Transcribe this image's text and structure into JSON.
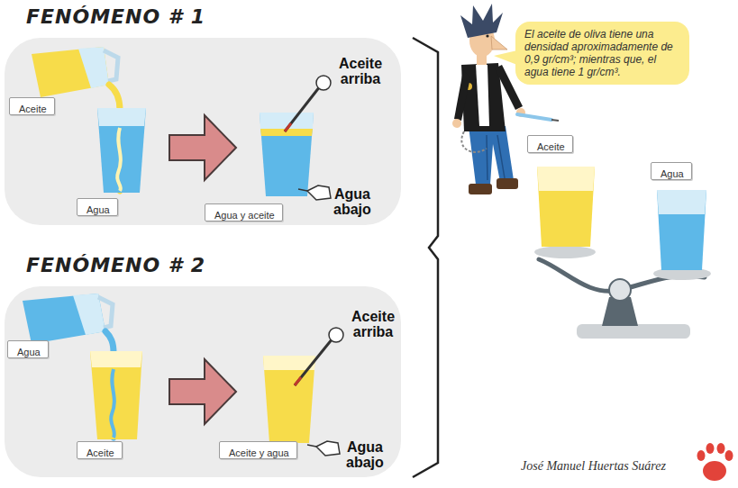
{
  "diagram": {
    "nodes": [
      {
        "text": [
          "FENÓMENO # 1"
        ]
      },
      {
        "text": [
          "Aceite"
        ],
        "in": 0
      },
      {
        "text": [
          "Agua"
        ],
        "in": 0
      },
      {
        "text": [
          "Agua y aceite"
        ],
        "in": 0
      },
      {
        "text": [
          "FENÓMENO # 2"
        ]
      },
      {
        "text": [
          "Agua"
        ],
        "in": 4
      },
      {
        "text": [
          "Aceite"
        ],
        "in": 4
      },
      {
        "text": [
          "Aceite y agua"
        ],
        "in": 4
      },
      {
        "text": [
          "El aceite de oliva tiene una densidad aproximadamente de 0,9 gr/cm³; mientras que, el agua tiene 1 gr/cm³."
        ]
      },
      {
        "text": [
          "Aceite"
        ]
      },
      {
        "text": [
          "Agua"
        ]
      }
    ],
    "labels": [
      "Aceite arriba",
      "Agua abajo",
      "Aceite arriba",
      "Agua abajo",
      "José Manuel Huertas Suárez"
    ]
  }
}
